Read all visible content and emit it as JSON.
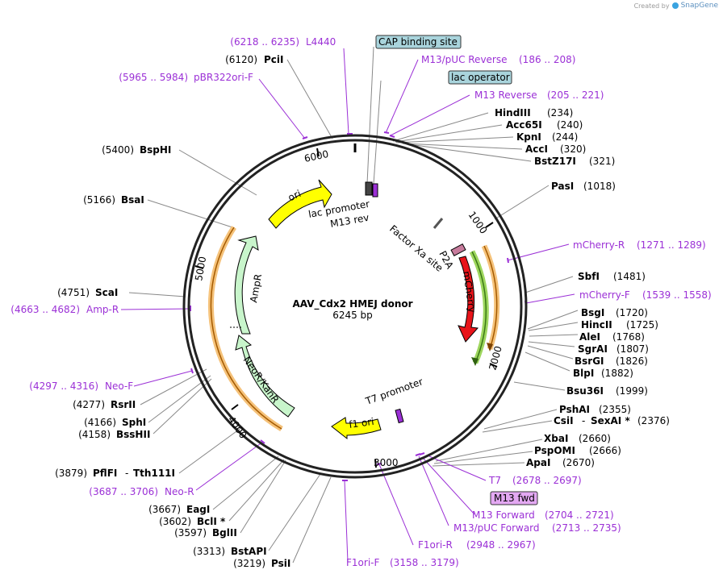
{
  "branding": {
    "created_by": "Created by",
    "logo_name": "SnapGene"
  },
  "plasmid": {
    "name": "AAV_Cdx2 HMEJ donor",
    "length": "6245 bp"
  },
  "ticks": {
    "t1000": "1000",
    "t2000": "2000",
    "t3000": "3000",
    "t4000": "4000",
    "t5000": "5000",
    "t6000": "6000"
  },
  "features": {
    "ori": "ori",
    "mcherry": "mCherry",
    "ampr": "AmpR",
    "neokan": "NeoR/KanR",
    "f1ori": "f1 ori",
    "lac_promoter": "lac promoter",
    "m13rev": "M13 rev",
    "factorxa": "Factor Xa site",
    "p2a": "P2A",
    "t7promoter": "T7 promoter"
  },
  "boxed": {
    "cap": "CAP binding site",
    "lacop": "lac operator",
    "m13fwd": "M13 fwd"
  },
  "enzymes": {
    "pcil": {
      "pos": "(6120)",
      "name": "PciI"
    },
    "bsphi": {
      "pos": "(5400)",
      "name": "BspHI"
    },
    "bsai": {
      "pos": "(5166)",
      "name": "BsaI"
    },
    "scai": {
      "pos": "(4751)",
      "name": "ScaI"
    },
    "rsrii": {
      "pos": "(4277)",
      "name": "RsrII"
    },
    "sphi": {
      "pos": "(4166)",
      "name": "SphI"
    },
    "bsshii": {
      "pos": "(4158)",
      "name": "BssHII"
    },
    "pflfi": {
      "pos": "(3879)",
      "name": "PflFI",
      "sep": "-",
      "name2": "Tth111I"
    },
    "eagi": {
      "pos": "(3667)",
      "name": "EagI"
    },
    "bcli": {
      "pos": "(3602)",
      "name": "BclI *"
    },
    "bglii": {
      "pos": "(3597)",
      "name": "BglII"
    },
    "bstapi": {
      "pos": "(3313)",
      "name": "BstAPI"
    },
    "psii": {
      "pos": "(3219)",
      "name": "PsiI"
    },
    "hindiii": {
      "name": "HindIII",
      "pos": "(234)"
    },
    "acc65i": {
      "name": "Acc65I",
      "pos": "(240)"
    },
    "kpni": {
      "name": "KpnI",
      "pos": "(244)"
    },
    "acci": {
      "name": "AccI",
      "pos": "(320)"
    },
    "bstz17i": {
      "name": "BstZ17I",
      "pos": "(321)"
    },
    "pasi": {
      "name": "PasI",
      "pos": "(1018)"
    },
    "sbfi": {
      "name": "SbfI",
      "pos": "(1481)"
    },
    "bsgi": {
      "name": "BsgI",
      "pos": "(1720)"
    },
    "hincii": {
      "name": "HincII",
      "pos": "(1725)"
    },
    "alei": {
      "name": "AleI",
      "pos": "(1768)"
    },
    "sgrai": {
      "name": "SgrAI",
      "pos": "(1807)"
    },
    "bsrgi": {
      "name": "BsrGI",
      "pos": "(1826)"
    },
    "blpi": {
      "name": "BlpI",
      "pos": "(1882)"
    },
    "bsu36i": {
      "name": "Bsu36I",
      "pos": "(1999)"
    },
    "pshai": {
      "name": "PshAI",
      "pos": "(2355)"
    },
    "csii": {
      "name": "CsiI",
      "sep": "-",
      "name2": "SexAI *",
      "pos": "(2376)"
    },
    "xbai": {
      "name": "XbaI",
      "pos": "(2660)"
    },
    "pspomi": {
      "name": "PspOMI",
      "pos": "(2666)"
    },
    "apai": {
      "name": "ApaI",
      "pos": "(2670)"
    }
  },
  "primers": {
    "l4440": {
      "range": "(6218 .. 6235)",
      "name": "L4440"
    },
    "pbr322": {
      "range": "(5965 .. 5984)",
      "name": "pBR322ori-F"
    },
    "m13puc_rev": {
      "name": "M13/pUC Reverse",
      "range": "(186 .. 208)"
    },
    "m13_reverse": {
      "name": "M13 Reverse",
      "range": "(205 .. 221)"
    },
    "mcherry_r": {
      "name": "mCherry-R",
      "range": "(1271 .. 1289)"
    },
    "mcherry_f": {
      "name": "mCherry-F",
      "range": "(1539 .. 1558)"
    },
    "ampr_r": {
      "range": "(4663 .. 4682)",
      "name": "Amp-R"
    },
    "neo_f": {
      "range": "(4297 .. 4316)",
      "name": "Neo-F"
    },
    "neo_r": {
      "range": "(3687 .. 3706)",
      "name": "Neo-R"
    },
    "t7": {
      "name": "T7",
      "range": "(2678 .. 2697)"
    },
    "m13_forward": {
      "name": "M13 Forward",
      "range": "(2704 .. 2721)"
    },
    "m13puc_fwd": {
      "name": "M13/pUC Forward",
      "range": "(2713 .. 2735)"
    },
    "f1ori_r": {
      "name": "F1ori-R",
      "range": "(2948 .. 2967)"
    },
    "f1ori_f": {
      "name": "F1ori-F",
      "range": "(3158 .. 3179)"
    }
  },
  "colors": {
    "ori": "#ffff00",
    "mcherry": "#e8141a",
    "ampr": "#c8f5cb",
    "neokan": "#c8f5cb",
    "f1ori": "#ffff00",
    "orange_track": "#f5c27a",
    "green_track": "#9ed65e",
    "primer": "#9b30d6",
    "boxed_label_bg": "#a9d4dc",
    "m13fwd_bg": "#e3a8f2"
  }
}
